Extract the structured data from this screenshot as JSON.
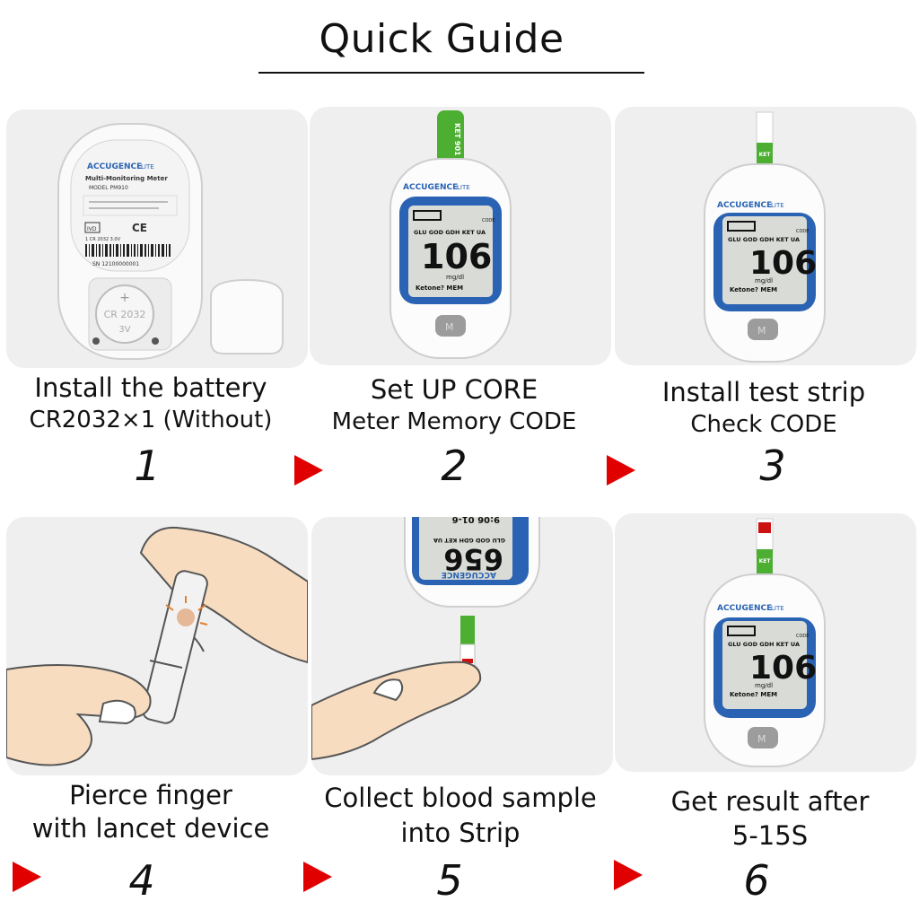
{
  "title": "Quick Guide",
  "steps": [
    {
      "line1": "Install the battery",
      "line2": "CR2032×1 (Without)",
      "number": "1"
    },
    {
      "line1": "Set UP CORE",
      "line2": "Meter Memory CODE",
      "number": "2"
    },
    {
      "line1": "Install test strip",
      "line2": "Check CODE",
      "number": "3"
    },
    {
      "line1": "Pierce finger",
      "line2": "with lancet device",
      "number": "4"
    },
    {
      "line1": "Collect blood sample",
      "line2": "into Strip",
      "number": "5"
    },
    {
      "line1": "Get result after",
      "line2": "5-15S",
      "number": "6"
    }
  ],
  "device": {
    "brand": "ACCUGENCE",
    "brand_suffix": "LITE",
    "label_title": "Multi-Monitoring Meter",
    "model": "MODEL  PM910",
    "ivd": "IVD",
    "ce": "CE",
    "sn": "SN 12100000001",
    "battery_spec": "1 CR 2032 3.0V",
    "coin_plus": "+",
    "coin_name": "CR 2032",
    "coin_voltage": "3V",
    "lcd_modes": "GLU GOD GDH KET UA",
    "lcd_code": "CODE",
    "lcd_value": "106",
    "lcd_unit": "mg/dl",
    "lcd_ketone": "Ketone?  MEM",
    "strip_code": "KET 901",
    "strip_ket": "KET",
    "button_label": "M",
    "flipped_value": "656",
    "flipped_modes": "GLU GOD GDH KET UA",
    "flipped_time": "9:06  01-6",
    "flipped_brand": "ACCUGENCE"
  },
  "colors": {
    "arrow": "#e00000",
    "meter_blue": "#2a63b3",
    "strip_green": "#4caf32",
    "panel_bg": "#efefef",
    "lcd_bg": "#d9dcd6"
  }
}
